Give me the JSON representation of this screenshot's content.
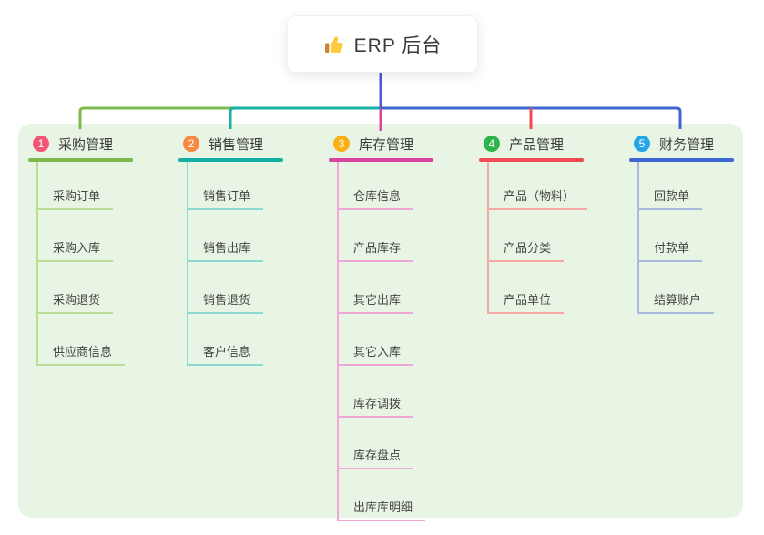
{
  "root": {
    "title": "ERP 后台",
    "icon": "thumbs-up-icon"
  },
  "branches": [
    {
      "label": "采购管理",
      "badge": "1",
      "badge_color": "#f25677",
      "color": "#7cb94c",
      "light_color": "#b9dd95",
      "children": [
        "采购订单",
        "采购入库",
        "采购退货",
        "供应商信息"
      ]
    },
    {
      "label": "销售管理",
      "badge": "2",
      "badge_color": "#f6883f",
      "color": "#14b1a5",
      "light_color": "#8cd9d0",
      "children": [
        "销售订单",
        "销售出库",
        "销售退货",
        "客户信息"
      ]
    },
    {
      "label": "库存管理",
      "badge": "3",
      "badge_color": "#fbaf17",
      "color": "#d9439e",
      "light_color": "#f0a7d1",
      "children": [
        "仓库信息",
        "产品库存",
        "其它出库",
        "其它入库",
        "库存调拨",
        "库存盘点",
        "出库库明细"
      ]
    },
    {
      "label": "产品管理",
      "badge": "4",
      "badge_color": "#2db44d",
      "color": "#f04b55",
      "light_color": "#f8a8a4",
      "children": [
        "产品（物料）",
        "产品分类",
        "产品单位"
      ]
    },
    {
      "label": "财务管理",
      "badge": "5",
      "badge_color": "#25a5e8",
      "color": "#3f67d4",
      "light_color": "#aab9e0",
      "children": [
        "回款单",
        "付款单",
        "结算账户"
      ]
    }
  ],
  "connectors": {
    "root_line_color": "#4f59d4"
  },
  "canvas": {
    "background_color": "#ffffff",
    "panel_color": "#e9f5e4"
  }
}
